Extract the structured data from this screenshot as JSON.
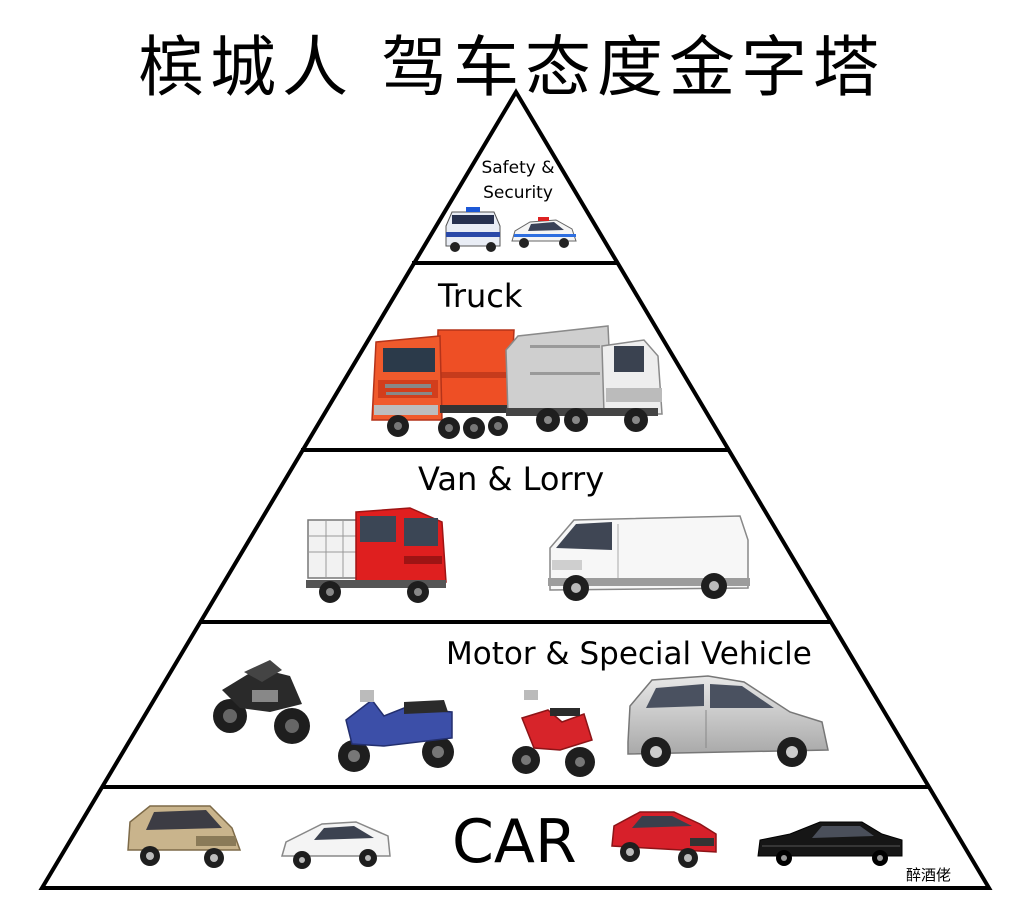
{
  "title": "槟城人 驾车态度金字塔",
  "levels": [
    {
      "label": "Safety &",
      "label2": "Security",
      "color": "#d1151b"
    },
    {
      "label": "Truck"
    },
    {
      "label": "Van & Lorry"
    },
    {
      "label": "Motor & Special Vehicle"
    },
    {
      "label": "CAR"
    }
  ],
  "signature": "醉酒佬"
}
